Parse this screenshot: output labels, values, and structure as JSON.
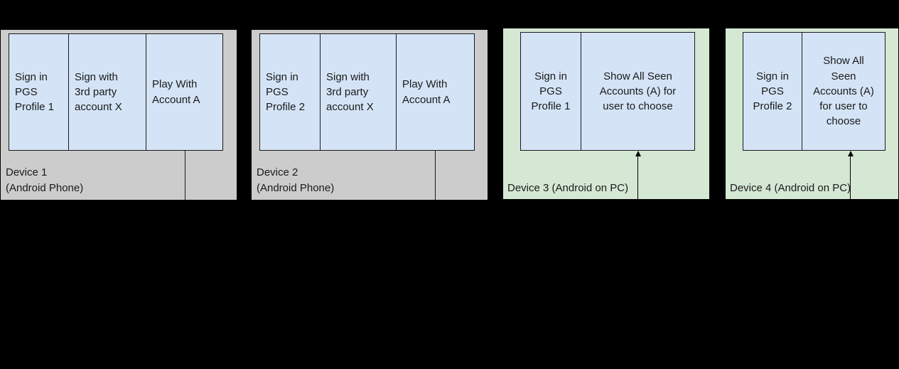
{
  "diagram": {
    "background_color": "#000000",
    "box_fill": "#d4e4f6",
    "box_stroke": "#1a1a1a",
    "phone_panel_color": "#cccccc",
    "pc_panel_color": "#d5e8d4"
  },
  "devices": [
    {
      "id": "device-1",
      "label": "Device 1\n(Android Phone)",
      "type": "Android Phone",
      "panel_color": "#cccccc",
      "steps": [
        {
          "text": "Sign in\nPGS\nProfile 1"
        },
        {
          "text": "Sign with\n3rd party\naccount X"
        },
        {
          "text": "Play With\nAccount A"
        }
      ],
      "has_arrow": false
    },
    {
      "id": "device-2",
      "label": "Device 2\n(Android Phone)",
      "type": "Android Phone",
      "panel_color": "#cccccc",
      "steps": [
        {
          "text": "Sign in\nPGS\nProfile 2"
        },
        {
          "text": "Sign with\n3rd party\naccount X"
        },
        {
          "text": "Play With\nAccount A"
        }
      ],
      "has_arrow": false
    },
    {
      "id": "device-3",
      "label": "Device 3 (Android on PC)",
      "type": "Android on PC",
      "panel_color": "#d5e8d4",
      "steps": [
        {
          "text": "Sign in\nPGS\nProfile 1"
        },
        {
          "text": "Show All Seen\nAccounts (A) for\nuser to choose"
        }
      ],
      "has_arrow": true
    },
    {
      "id": "device-4",
      "label": "Device 4 (Android on PC)",
      "type": "Android on PC",
      "panel_color": "#d5e8d4",
      "steps": [
        {
          "text": "Sign in\nPGS\nProfile 2"
        },
        {
          "text": "Show All\nSeen\nAccounts (A)\nfor user to\nchoose"
        }
      ],
      "has_arrow": true
    }
  ]
}
